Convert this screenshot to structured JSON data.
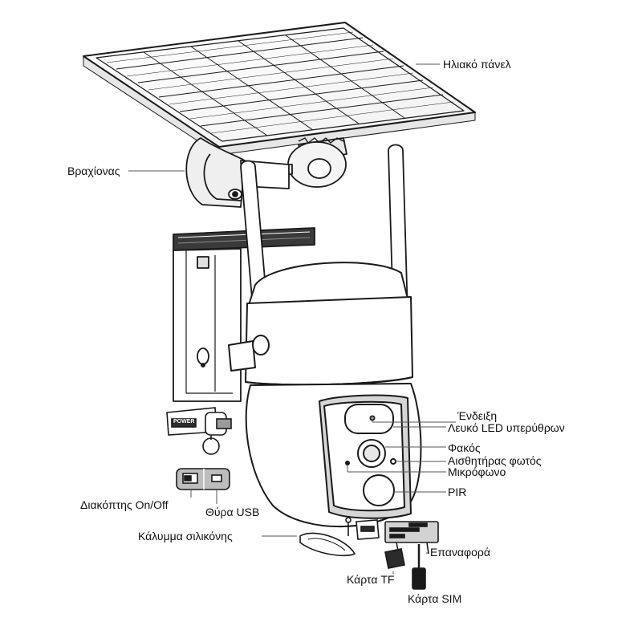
{
  "labels": {
    "solar_panel": "Ηλιακό πάνελ",
    "bracket": "Βραχίονας",
    "indicator": "Ένδειξη",
    "white_led": "Λευκό LED υπερύθρων",
    "lens": "Φακός",
    "light_sensor": "Αισθητήρας φωτός",
    "microphone": "Μικρόφωνο",
    "pir": "PIR",
    "on_off_switch": "Διακόπτης On/Off",
    "usb_port": "Θύρα USB",
    "silicone_cover": "Κάλυμμα σιλικόνης",
    "reset": "Επαναφορά",
    "tf_card": "Κάρτα TF",
    "sim_card": "Κάρτα SIM",
    "power_badge": "POWER"
  },
  "colors": {
    "line": "#1a1a1a",
    "body": "#ffffff",
    "shade": "#d9d9d9",
    "dark": "#2b2b2b"
  }
}
